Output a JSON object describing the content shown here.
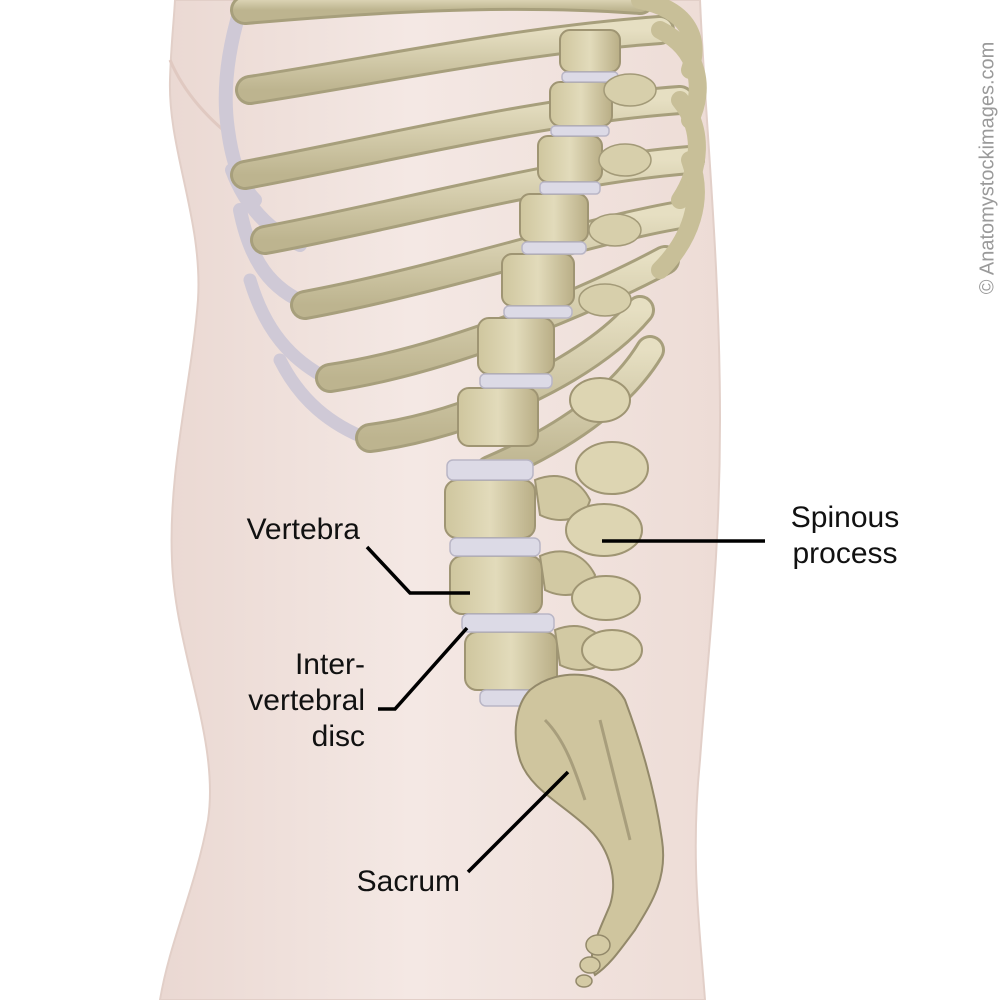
{
  "labels": {
    "vertebra": "Vertebra",
    "spinous_process": [
      "Spinous",
      "process"
    ],
    "intervertebral_disc": [
      "Inter-",
      "vertebral",
      "disc"
    ],
    "sacrum": "Sacrum"
  },
  "watermark": "© Anatomystockimages.com",
  "colors": {
    "background": "#ffffff",
    "skin": "#f1e3de",
    "bone": "#d6cfae",
    "bone_shadow": "#a79f7c",
    "cartilage": "#cfcbd6",
    "disc": "#dddbe6",
    "leader": "#000000"
  }
}
